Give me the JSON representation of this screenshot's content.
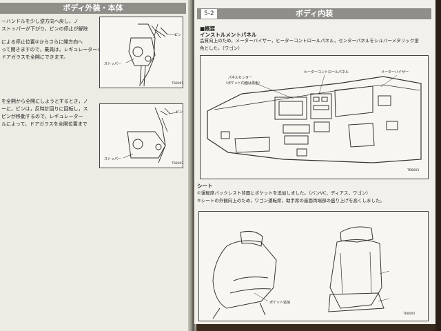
{
  "left_page": {
    "header": "ボディ外装・本体",
    "para1": [
      "ーハンドルを少し逆方向へ戻し，ノ",
      "ストッパーが下がり，ピンの停止が解除",
      "による停止位置②からさらに開方向へ",
      "って開きますので，乗員は，レギュレーターハ",
      "ドアガラスを全開にできます。"
    ],
    "para2": [
      "を全開から全開にしようとするとき，ノ",
      "ーに，ピンは，反時計回りに回転し，ス",
      "ピンが移動するので，レギュレーター",
      "ルによって，ドアガラスを全開位置まで"
    ],
    "fig1": {
      "label_pin": "ピン",
      "label_stopper": "ストッパー",
      "code": "TB8001"
    },
    "fig2": {
      "label_pin": "ピン",
      "label_stopper": "ストッパー",
      "code": "TB8002"
    }
  },
  "right_page": {
    "section_num": "5-2",
    "header": "ボディ内装",
    "section_label": "■概要",
    "instrument_title": "インストルメントパネル",
    "instrument_text": [
      "品質向上のため，メーターバイザー，ヒーターコントロールパネル，センターパネルをシルバーメタリック塗",
      "色とした。（ワゴン）"
    ],
    "dash_fig": {
      "label_center": "パネルセンター",
      "label_center_note": "（ポケット内面は黒色）",
      "label_heater": "ヒーターコントロールパネル",
      "label_meter": "メーターバイザー",
      "code": "TB8003"
    },
    "seat_title": "シート",
    "seat_lines": [
      "①運転席バックレスト背面にポケットを追加しました。（バンVC，ディアス，ワゴン）",
      "②シートの外観向上のため，ワゴン運転席，助手席の座面両端部の盛り上げを高くしました。"
    ],
    "seat_fig": {
      "label_pocket": "ポケット追加",
      "code": "TB8004"
    }
  }
}
